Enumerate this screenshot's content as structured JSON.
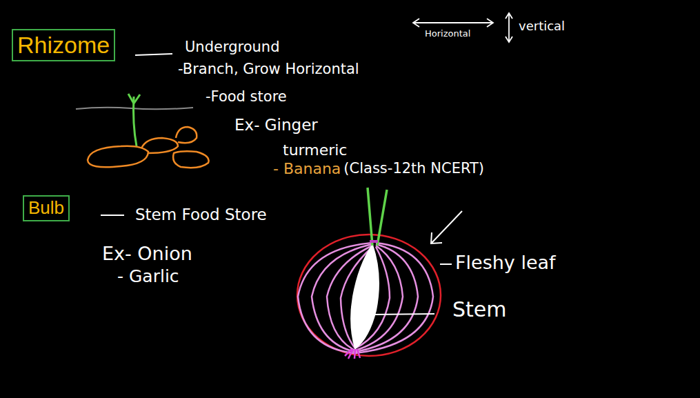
{
  "diagram": {
    "nodes": [
      {
        "text": [
          "Rhizome"
        ]
      },
      {
        "text": [
          "Bulb"
        ]
      }
    ],
    "labels": [
      "Underground",
      "-Branch, Grow Horizontal",
      "-Food store",
      "Ex- Ginger",
      "turmeric",
      "- Banana",
      "(Class-12th NCERT)",
      "Horizontal",
      "vertical",
      "Stem Food Store",
      "Ex- Onion",
      "- Garlic",
      "Fleshy leaf",
      "Stem"
    ]
  }
}
